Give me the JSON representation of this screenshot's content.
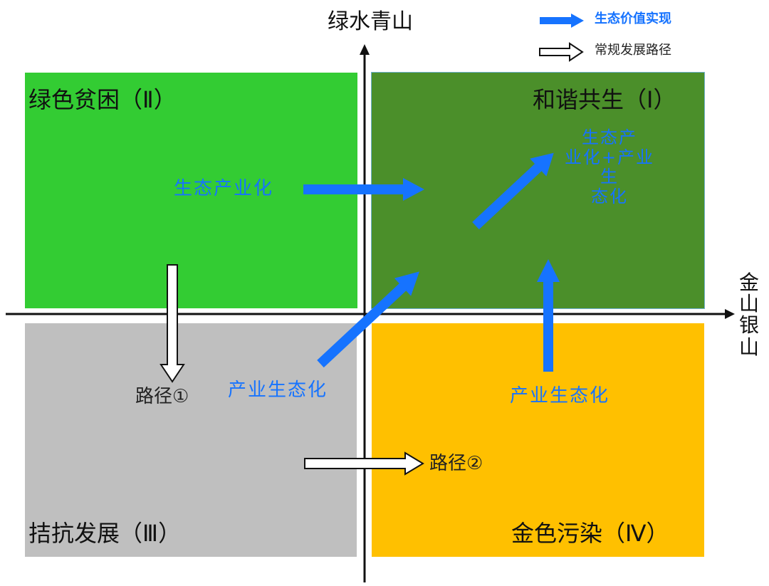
{
  "axes": {
    "y_label": "绿水青山",
    "x_label_lines": [
      "金",
      "山",
      "银",
      "山"
    ]
  },
  "legend": {
    "blue_arrow_label": "生态价值实现",
    "hollow_arrow_label": "常规发展路径"
  },
  "quadrants": {
    "q1": "和谐共生（Ⅰ）",
    "q2": "绿色贫困（Ⅱ）",
    "q3": "拮抗发展（Ⅲ）",
    "q4": "金色污染（Ⅳ）"
  },
  "labels": {
    "eco_industrialization": "生态产业化",
    "q1_combined_lines": [
      "生态产",
      "业化+产业生",
      "态化"
    ],
    "industrial_ecologization_left": "产业生态化",
    "industrial_ecologization_right": "产业生态化",
    "path1": "路径①",
    "path2": "路径②"
  },
  "colors": {
    "blue_arrow": "#1673ff",
    "green": "#33cc33",
    "dark_green": "#4b8f2a",
    "gray": "#bfbfbf",
    "gold": "#ffc000"
  }
}
